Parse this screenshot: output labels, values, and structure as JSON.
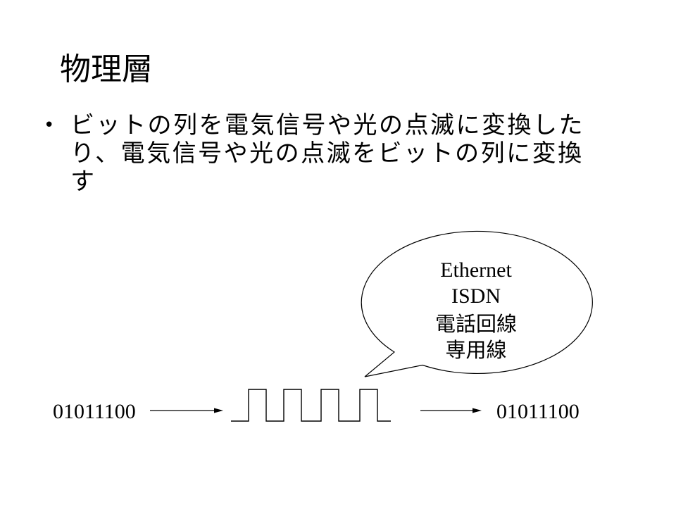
{
  "title": "物理層",
  "bullets": [
    "ビットの列を電気信号や光の点滅に変換したり、電気信号や光の点滅をビットの列に変換す"
  ],
  "diagram": {
    "input_bits": "01011100",
    "output_bits": "01011100",
    "media": [
      "Ethernet",
      "ISDN",
      "電話回線",
      "専用線"
    ]
  }
}
